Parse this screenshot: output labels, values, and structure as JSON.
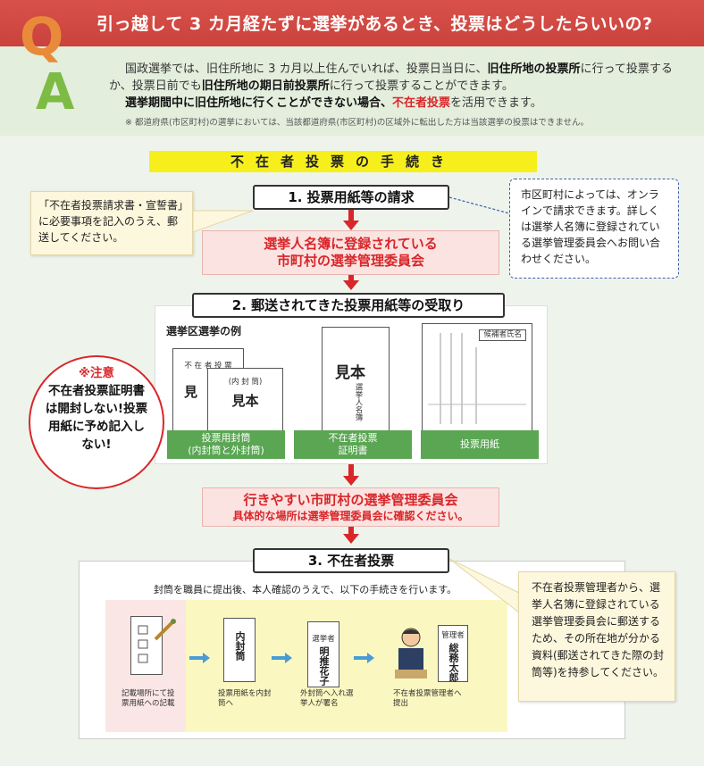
{
  "header": {
    "title": "引っ越して 3 カ月経たずに選挙があるとき、投票はどうしたらいいの?",
    "q_letter": "Q",
    "a_letter": "A"
  },
  "answer": {
    "p1_a": "国政選挙では、旧住所地に 3 カ月以上住んでいれば、投票日当日に、",
    "p1_b": "旧住所地の投票所",
    "p1_c": "に行って投票するか、投票日前でも",
    "p1_d": "旧住所地の期日前投票所",
    "p1_e": "に行って投票することができます。",
    "p2_a": "選挙期間中に旧住所地に行くことができない場合、",
    "p2_b": "不在者投票",
    "p2_c": "を活用できます。",
    "note": "※ 都道府県(市区町村)の選挙においては、当該都道府県(市区町村)の区域外に転出した方は当該選挙の投票はできません。"
  },
  "procedure": {
    "title": "不在者投票の手続き",
    "step1": "1.  投票用紙等の請求",
    "step1_callout": "「不在者投票請求書・宣誓書」に必要事項を記入のうえ、郵送してください。",
    "step1_online": "市区町村によっては、オンラインで請求できます。詳しくは選挙人名簿に登録されている選挙管理委員会へお問い合わせください。",
    "committee1_line1": "選挙人名簿に登録されている",
    "committee1_line2": "市町村の選挙管理委員会",
    "step2": "2.  郵送されてきた投票用紙等の受取り",
    "example_label": "選挙区選挙の例",
    "label_envelopes": "投票用封筒\n(内封筒と外封筒)",
    "label_certificate": "不在者投票\n証明書",
    "label_ballot": "投票用紙",
    "note_title": "※注意",
    "note_body": "不在者投票証明書は開封しない!投票用紙に予め記入しない!",
    "committee2_line1": "行きやすい市町村の選挙管理委員会",
    "committee2_line2": "具体的な場所は選挙管理委員会に確認ください。",
    "step3": "3.  不在者投票",
    "step3_intro": "封筒を職員に提出後、本人確認のうえで、以下の手続きを行います。",
    "step3_items": [
      "記載場所にて投票用紙への記載",
      "投票用紙を内封筒へ",
      "外封筒へ入れ選挙人が署名",
      "不在者投票管理者へ提出"
    ],
    "step3_callout": "不在者投票管理者から、選挙人名簿に登録されている選挙管理委員会に郵送するため、その所在地が分かる資料(郵送されてきた際の封筒等)を持参してください。",
    "sample_mihon": "見本",
    "sample_mi": "見",
    "env_outer_label": "不 在 者 投 票",
    "env_inner_label": "(内 封 筒)",
    "cert_side_text": "選挙人名簿",
    "ballot_header": "候補者氏名",
    "inner_env_text": "内封筒",
    "outer_env_text": "明推花子",
    "outer_env_head": "選挙者",
    "final_env_text": "総務太郎",
    "final_env_head": "管理者"
  }
}
